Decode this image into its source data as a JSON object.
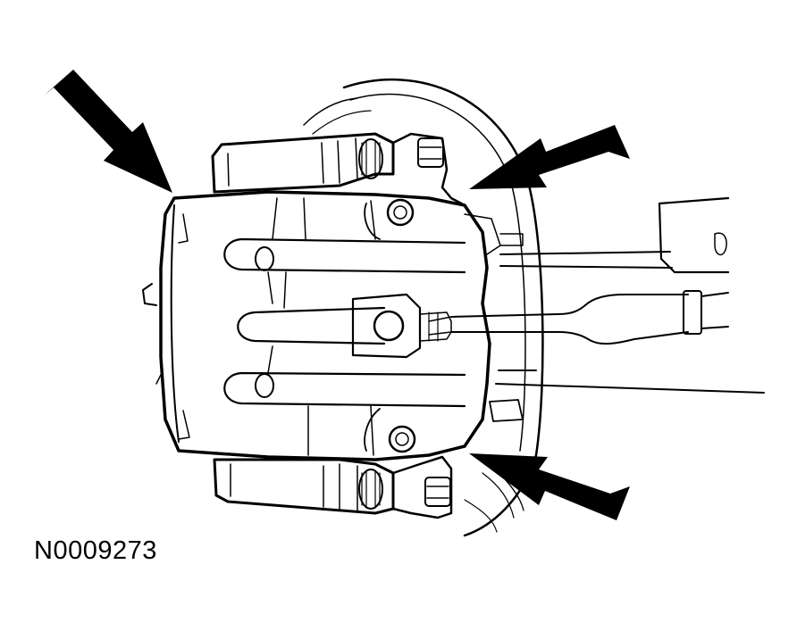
{
  "figure": {
    "id": "N0009273",
    "ink_color": "#000000",
    "paper_color": "#ffffff"
  },
  "callouts": [
    {
      "name": "arrow-caliper-top-left",
      "icon": "arrow-down-right-icon"
    },
    {
      "name": "arrow-bracket-bolt-upper",
      "icon": "arrow-down-left-icon"
    },
    {
      "name": "arrow-bracket-bolt-lower",
      "icon": "arrow-up-left-icon"
    }
  ]
}
